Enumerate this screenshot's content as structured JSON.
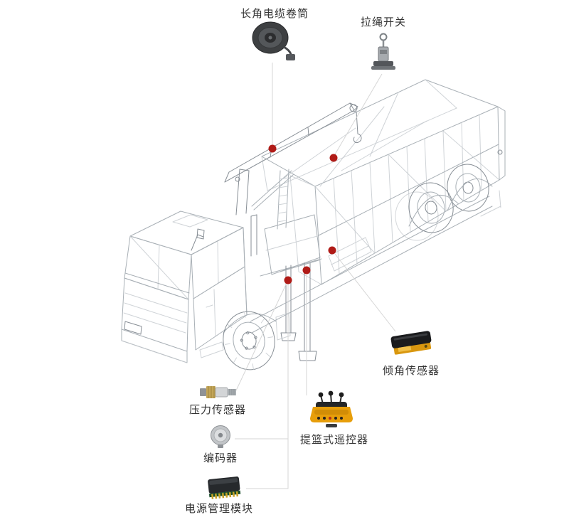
{
  "components": {
    "cable_reel": {
      "label": "长角电缆卷筒",
      "icon": "cable-reel-icon"
    },
    "pull_rope_switch": {
      "label": "拉绳开关",
      "icon": "pull-rope-switch-icon"
    },
    "tilt_sensor": {
      "label": "倾角传感器",
      "icon": "tilt-sensor-icon"
    },
    "pressure_sensor": {
      "label": "压力传感器",
      "icon": "pressure-sensor-icon"
    },
    "encoder": {
      "label": "编码器",
      "icon": "encoder-icon"
    },
    "remote_control": {
      "label": "提篮式遥控器",
      "icon": "basket-remote-icon"
    },
    "power_module": {
      "label": "电源管理模块",
      "icon": "power-module-icon"
    }
  },
  "markers": {
    "count": 5,
    "color": "#b01b17"
  },
  "colors": {
    "background": "#ffffff",
    "marker_red": "#b01b17",
    "connector_gray": "#d6d6d6",
    "wireframe_gray": "#a9b0b6",
    "sensor_yellow": "#e59d0c",
    "module_black": "#26292c",
    "label_text": "#333333"
  }
}
